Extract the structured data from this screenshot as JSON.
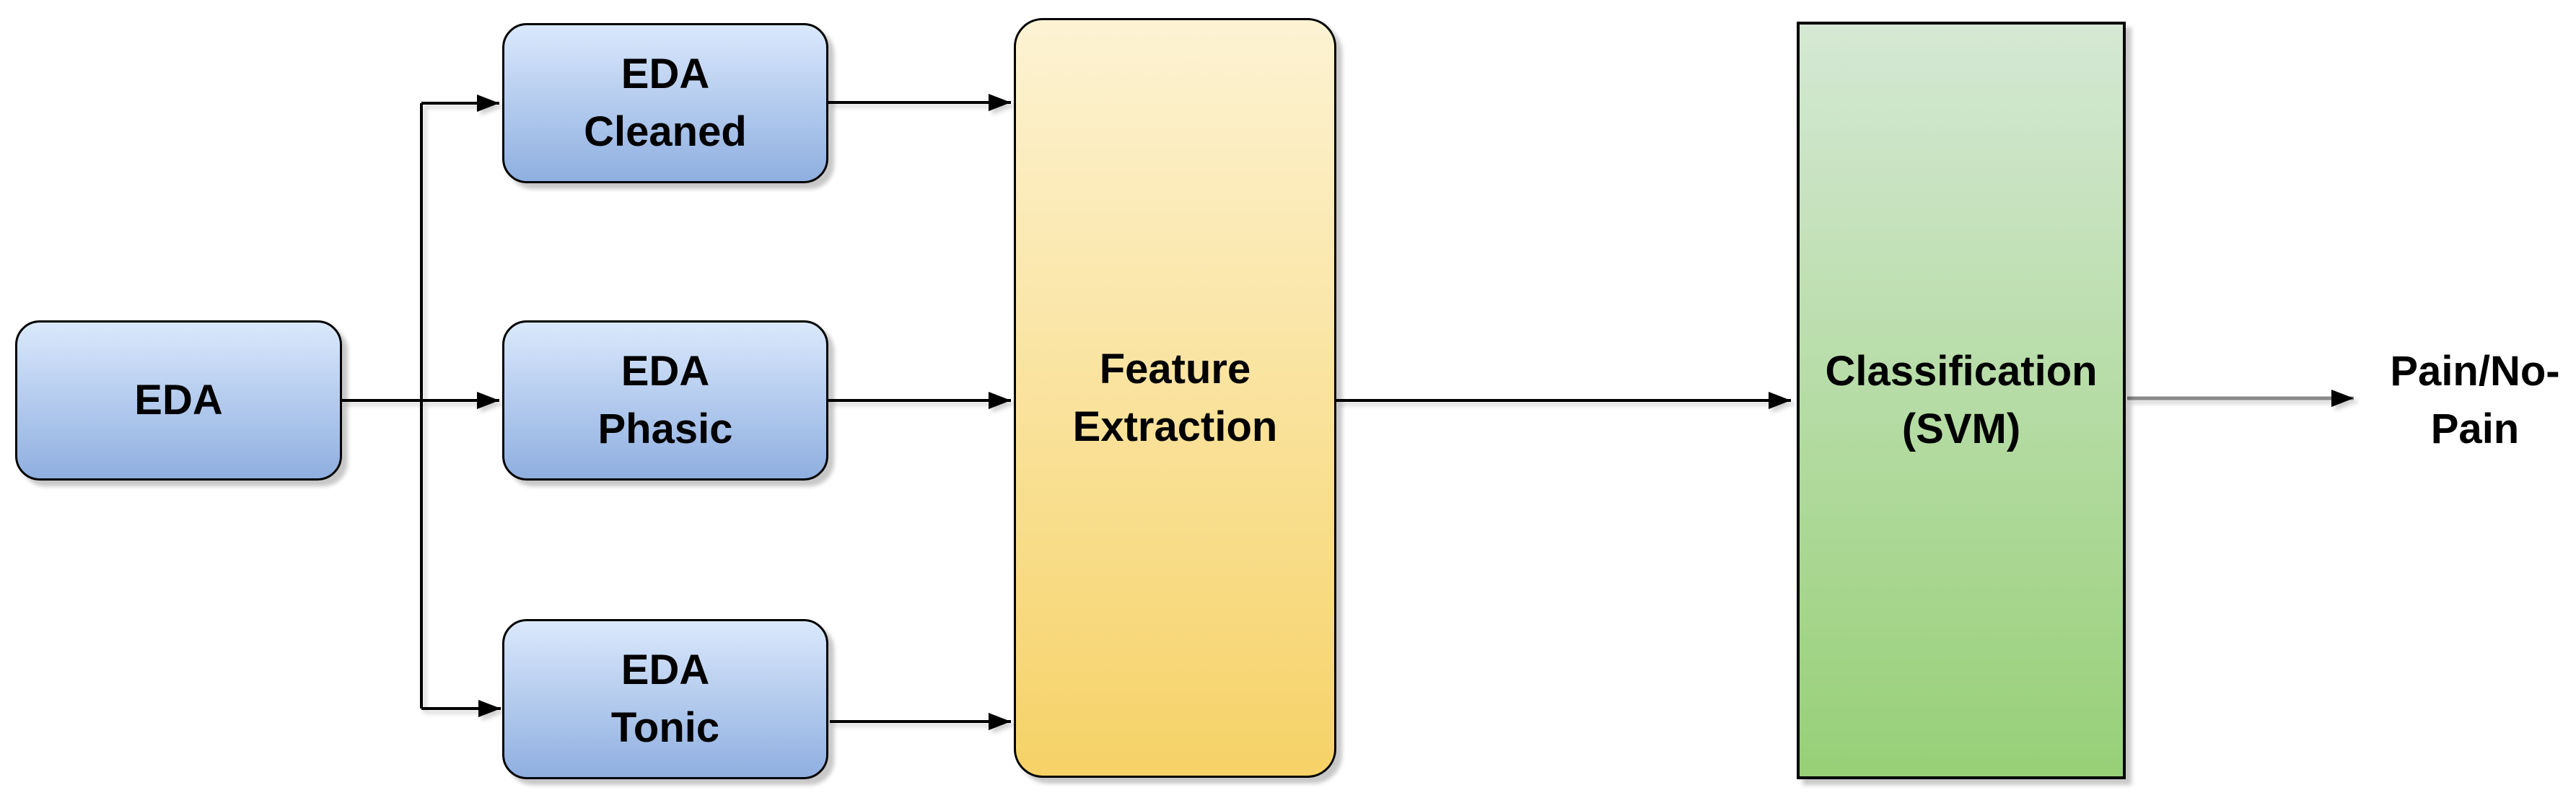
{
  "nodes": {
    "eda": {
      "label": "EDA"
    },
    "eda_cleaned": {
      "line1": "EDA",
      "line2": "Cleaned"
    },
    "eda_phasic": {
      "line1": "EDA",
      "line2": "Phasic"
    },
    "eda_tonic": {
      "line1": "EDA",
      "line2": "Tonic"
    },
    "feature_extraction": {
      "line1": "Feature",
      "line2": "Extraction"
    },
    "classification": {
      "line1": "Classification",
      "line2": "(SVM)"
    },
    "output": {
      "line1": "Pain/No-",
      "line2": "Pain"
    }
  },
  "edges": [
    {
      "from": "EDA",
      "to": "EDA Cleaned"
    },
    {
      "from": "EDA",
      "to": "EDA Phasic"
    },
    {
      "from": "EDA",
      "to": "EDA Tonic"
    },
    {
      "from": "EDA Cleaned",
      "to": "Feature Extraction"
    },
    {
      "from": "EDA Phasic",
      "to": "Feature Extraction"
    },
    {
      "from": "EDA Tonic",
      "to": "Feature Extraction"
    },
    {
      "from": "Feature Extraction",
      "to": "Classification (SVM)"
    },
    {
      "from": "Classification (SVM)",
      "to": "Pain/No-Pain"
    }
  ],
  "colors": {
    "blue_top": "#dae8fc",
    "blue_bottom": "#8fafe0",
    "yellow_top": "#fdf3d3",
    "yellow_bottom": "#f6d267",
    "green_top": "#d5e8d4",
    "green_bottom": "#97d077",
    "node_border": "#000000",
    "edge": "#000000",
    "edge_gray": "#8a8a8a",
    "background": "#ffffff",
    "text": "#000000"
  }
}
